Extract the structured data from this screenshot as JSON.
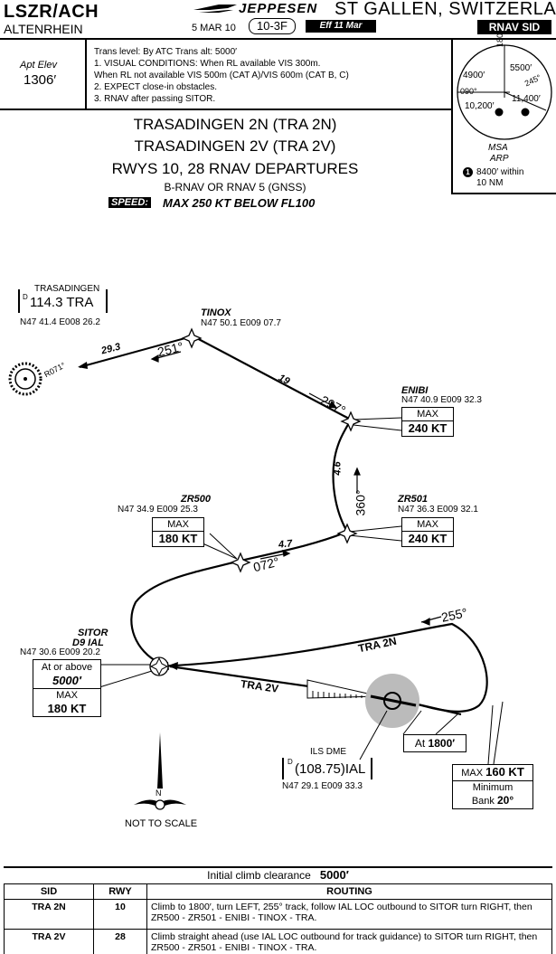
{
  "header": {
    "airport_code": "LSZR/ACH",
    "airport_name": "ALTENRHEIN",
    "brand": "JEPPESEN",
    "city": "ST GALLEN, SWITZERLAND",
    "date": "5 MAR 10",
    "chart_no": "10-3F",
    "effective": "Eff 11 Mar",
    "chart_type": "RNAV SID"
  },
  "info": {
    "apt_elev_label": "Apt Elev",
    "apt_elev_value": "1306′",
    "notes": [
      "Trans level: By ATC     Trans alt: 5000′",
      "1. VISUAL CONDITIONS: When RL available VIS 300m.",
      "When RL not available VIS 500m (CAT A)/VIS 600m (CAT B, C)",
      "2. EXPECT close-in obstacles.",
      "3. RNAV after passing SITOR."
    ]
  },
  "msa": {
    "sectors": [
      "180°",
      "4900′",
      "5500′",
      "245°",
      "090°",
      "11,400′",
      "10,200′"
    ],
    "label": "MSA",
    "ref": "ARP",
    "note_marker": "1",
    "note": "8400′ within",
    "note2": "10 NM"
  },
  "title": {
    "line1": "TRASADINGEN 2N (TRA 2N)",
    "line2": "TRASADINGEN 2V (TRA 2V)",
    "line3": "RWYS 10, 28 RNAV DEPARTURES",
    "line4": "B-RNAV OR RNAV 5 (GNSS)",
    "speed_label": "SPEED:",
    "speed_text": "MAX 250 KT BELOW FL100"
  },
  "map": {
    "tra": {
      "name": "TRASADINGEN",
      "freq": "114.3 TRA",
      "coords": "N47 41.4 E008 26.2",
      "radial": "R071°"
    },
    "tinox": {
      "name": "TINOX",
      "coords": "N47 50.1 E009 07.7"
    },
    "enibi": {
      "name": "ENIBI",
      "coords": "N47 40.9 E009 32.3",
      "max": "MAX",
      "speed": "240 KT"
    },
    "zr500": {
      "name": "ZR500",
      "coords": "N47 34.9 E009 25.3",
      "max": "MAX",
      "speed": "180 KT"
    },
    "zr501": {
      "name": "ZR501",
      "coords": "N47 36.3 E009 32.1",
      "max": "MAX",
      "speed": "240 KT"
    },
    "sitor": {
      "name": "SITOR",
      "name2": "D9 IAL",
      "coords": "N47 30.6 E009 20.2",
      "alt_label": "At or above",
      "alt": "5000′",
      "max": "MAX",
      "speed": "180 KT"
    },
    "ial": {
      "name": "ILS DME",
      "freq": "(108.75)IAL",
      "coords": "N47 29.1 E009 33.3",
      "d": "D"
    },
    "legs": {
      "tra_dist": "29.3",
      "tra_trk": "251°",
      "tinox_dist": "19",
      "tinox_trk": "297°",
      "enibi_dist": "4.6",
      "enibi_trk": "360°",
      "zr500_dist": "4.7",
      "zr500_trk": "072°",
      "climb_trk": "255°"
    },
    "route_labels": {
      "tra2n": "TRA 2N",
      "tra2v": "TRA 2V"
    },
    "climb_box": {
      "at": "At",
      "alt": "1800′"
    },
    "turn_box": {
      "max": "MAX",
      "speed": "160 KT",
      "min": "Minimum",
      "bank": "Bank",
      "bank_val": "20°"
    },
    "north": "N",
    "not_to_scale": "NOT TO SCALE"
  },
  "table": {
    "title": "Initial climb clearance",
    "title_alt": "5000′",
    "headers": [
      "SID",
      "RWY",
      "ROUTING"
    ],
    "rows": [
      {
        "sid": "TRA 2N",
        "rwy": "10",
        "routing": "Climb to 1800′, turn LEFT, 255° track, follow IAL LOC outbound to SITOR turn RIGHT, then ZR500 - ZR501 - ENIBI - TINOX - TRA."
      },
      {
        "sid": "TRA 2V",
        "rwy": "28",
        "routing": "Climb straight ahead (use IAL LOC outbound for track guidance) to SITOR turn RIGHT, then ZR500 - ZR501 - ENIBI - TINOX - TRA."
      }
    ]
  },
  "colors": {
    "ink": "#000000",
    "airport_gray": "#bbbbbb"
  }
}
